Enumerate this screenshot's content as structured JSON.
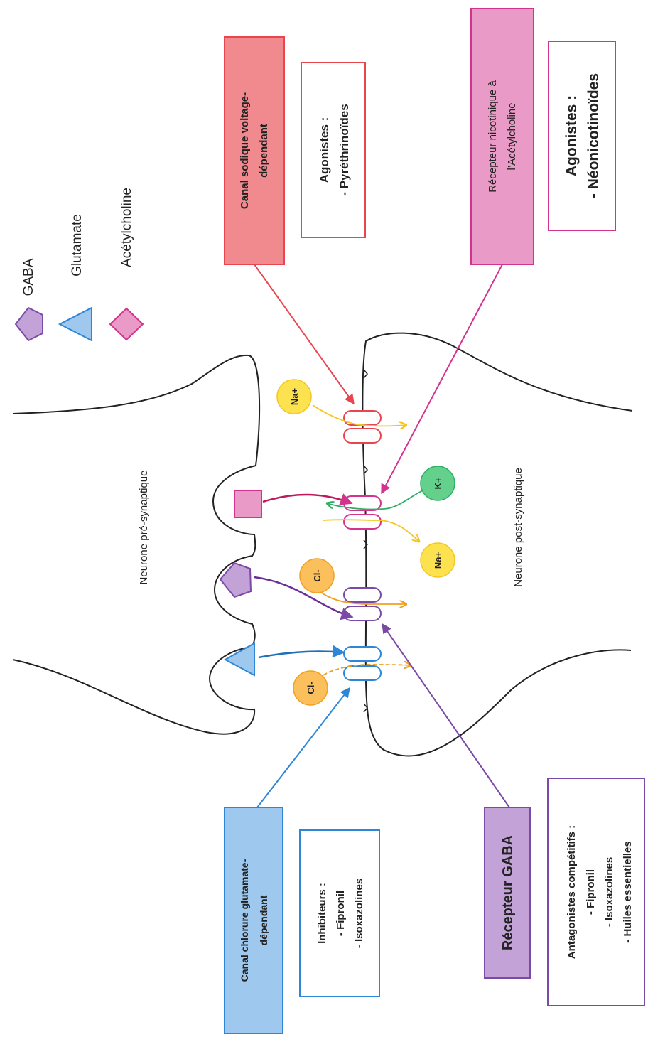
{
  "legend": {
    "gaba": "GABA",
    "glutamate": "Glutamate",
    "acetylcholine": "Acétylcholine"
  },
  "neurons": {
    "pre": "Neurone pré-synaptique",
    "post": "Neurone post-synaptique"
  },
  "ions": {
    "na_top": "Na+",
    "k": "K+",
    "na_mid": "Na+",
    "cl_gaba": "Cl-",
    "cl_glu": "Cl-"
  },
  "boxes": {
    "sodium_channel": {
      "line1": "Canal sodique voltage-",
      "line2": "dépendant"
    },
    "sodium_drugs": {
      "line1": "Agonistes :",
      "line2": "- Pyréthrinoïdes"
    },
    "nicotinic_receptor": {
      "line1": "Récepteur nicotinique à",
      "line2": "l’Acétylcholine"
    },
    "nicotinic_drugs": {
      "line1": "Agonistes :",
      "line2": "- Néonicotinoïdes"
    },
    "glutamate_channel": {
      "line1": "Canal chlorure glutamate-",
      "line2": "dépendant"
    },
    "glutamate_drugs": {
      "line1": "Inhibiteurs :",
      "line2": "- Fipronil",
      "line3": "- Isoxazolines"
    },
    "gaba_receptor": {
      "line1": "Récepteur GABA"
    },
    "gaba_drugs": {
      "line1": "Antagonistes compétitifs :",
      "line2": "- Fipronil",
      "line3": "- Isoxazolines",
      "line4": "- Huiles essentielles"
    }
  },
  "colors": {
    "sodium": "#e8454f",
    "sodium_fill": "#f08a8e",
    "nicotinic": "#d3328d",
    "nicotinic_fill": "#e99ac6",
    "glutamate": "#2e86d6",
    "glutamate_fill": "#9ec8ee",
    "gaba": "#7a4aa6",
    "gaba_fill": "#c3a2d8",
    "yellow_ion": "#fde250",
    "orange_ion": "#fbbf5b",
    "green_ion": "#63d08c"
  }
}
